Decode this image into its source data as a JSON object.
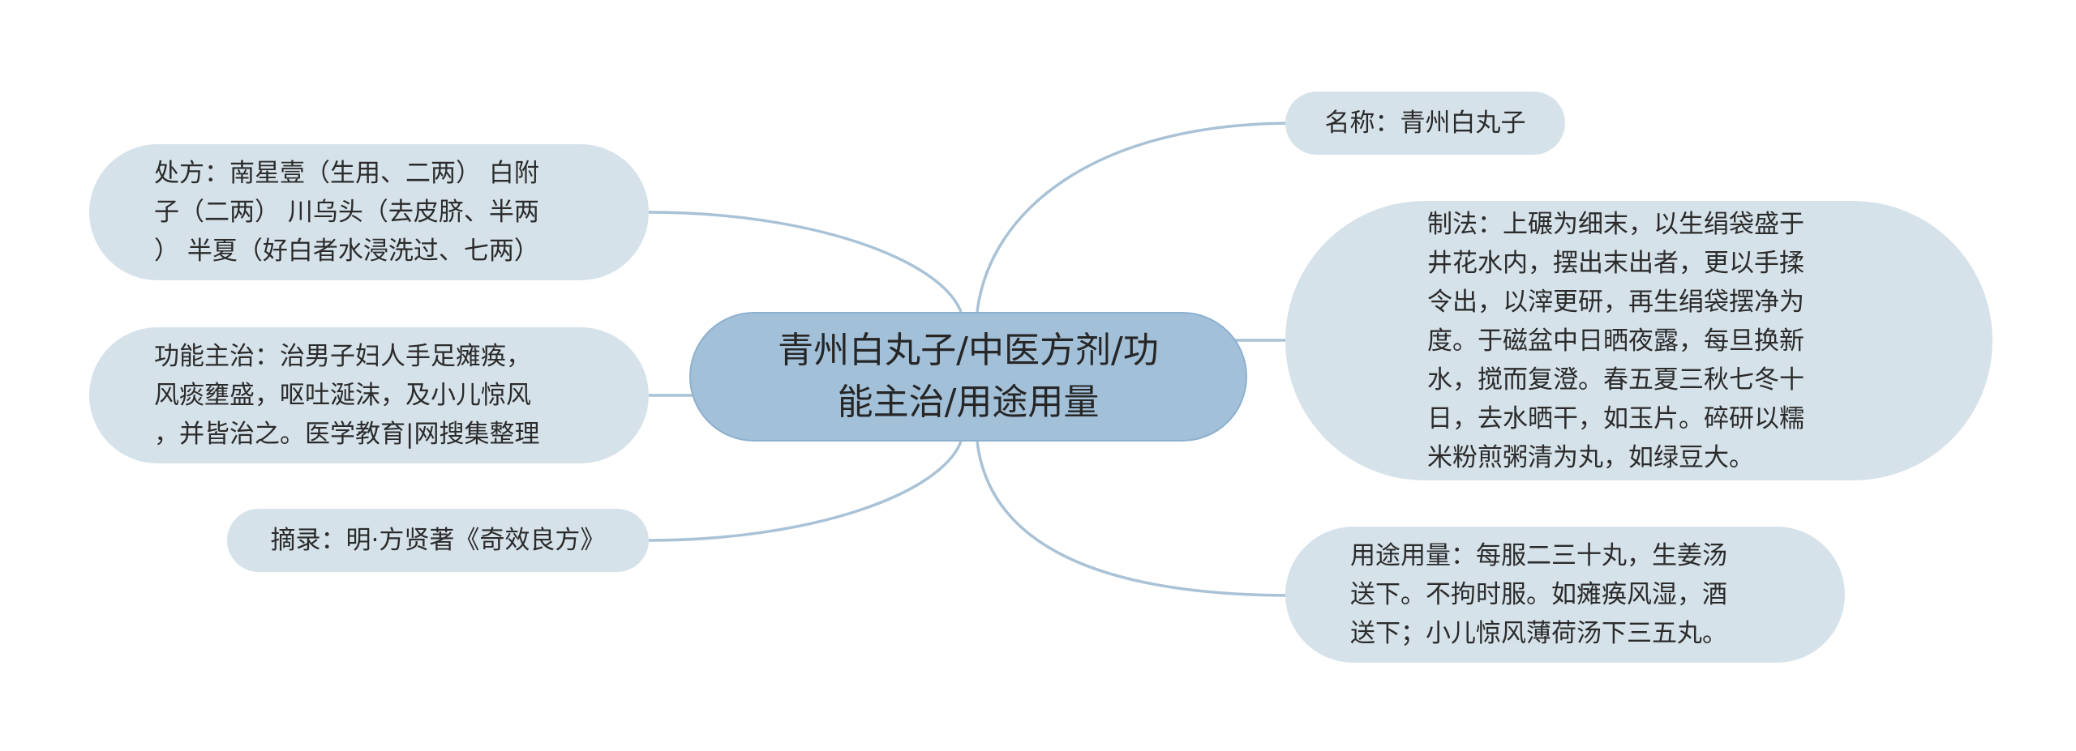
{
  "center": {
    "lines": [
      "青州白丸子/中医方剂/功",
      "能主治/用途用量"
    ]
  },
  "right": {
    "name": "名称：青州白丸子",
    "method": [
      "制法：上碾为细末，以生绢袋盛于",
      "井花水内，摆出末出者，更以手揉",
      "令出，以滓更研，再生绢袋摆净为",
      "度。于磁盆中日晒夜露，每旦换新",
      "水，搅而复澄。春五夏三秋七冬十",
      "日，去水晒干，如玉片。碎研以糯",
      "米粉煎粥清为丸，如绿豆大。"
    ],
    "usage": [
      "用途用量：每服二三十丸，生姜汤",
      "送下。不拘时服。如瘫痪风湿，酒",
      "送下；小儿惊风薄荷汤下三五丸。"
    ]
  },
  "left": {
    "prescription": [
      "处方：南星壹（生用、二两） 白附",
      "子（二两） 川乌头（去皮脐、半两",
      "） 半夏（好白者水浸洗过、七两）"
    ],
    "function": [
      "功能主治：治男子妇人手足瘫痪，",
      "风痰壅盛，呕吐涎沫，及小儿惊风",
      "，并皆治之。医学教育|网搜集整理"
    ],
    "source": "摘录：明·方贤著《奇效良方》"
  },
  "colors": {
    "node_fill": "#d6e2ea",
    "center_fill": "#a3c0d9",
    "link_stroke": "#a9c2d6"
  }
}
